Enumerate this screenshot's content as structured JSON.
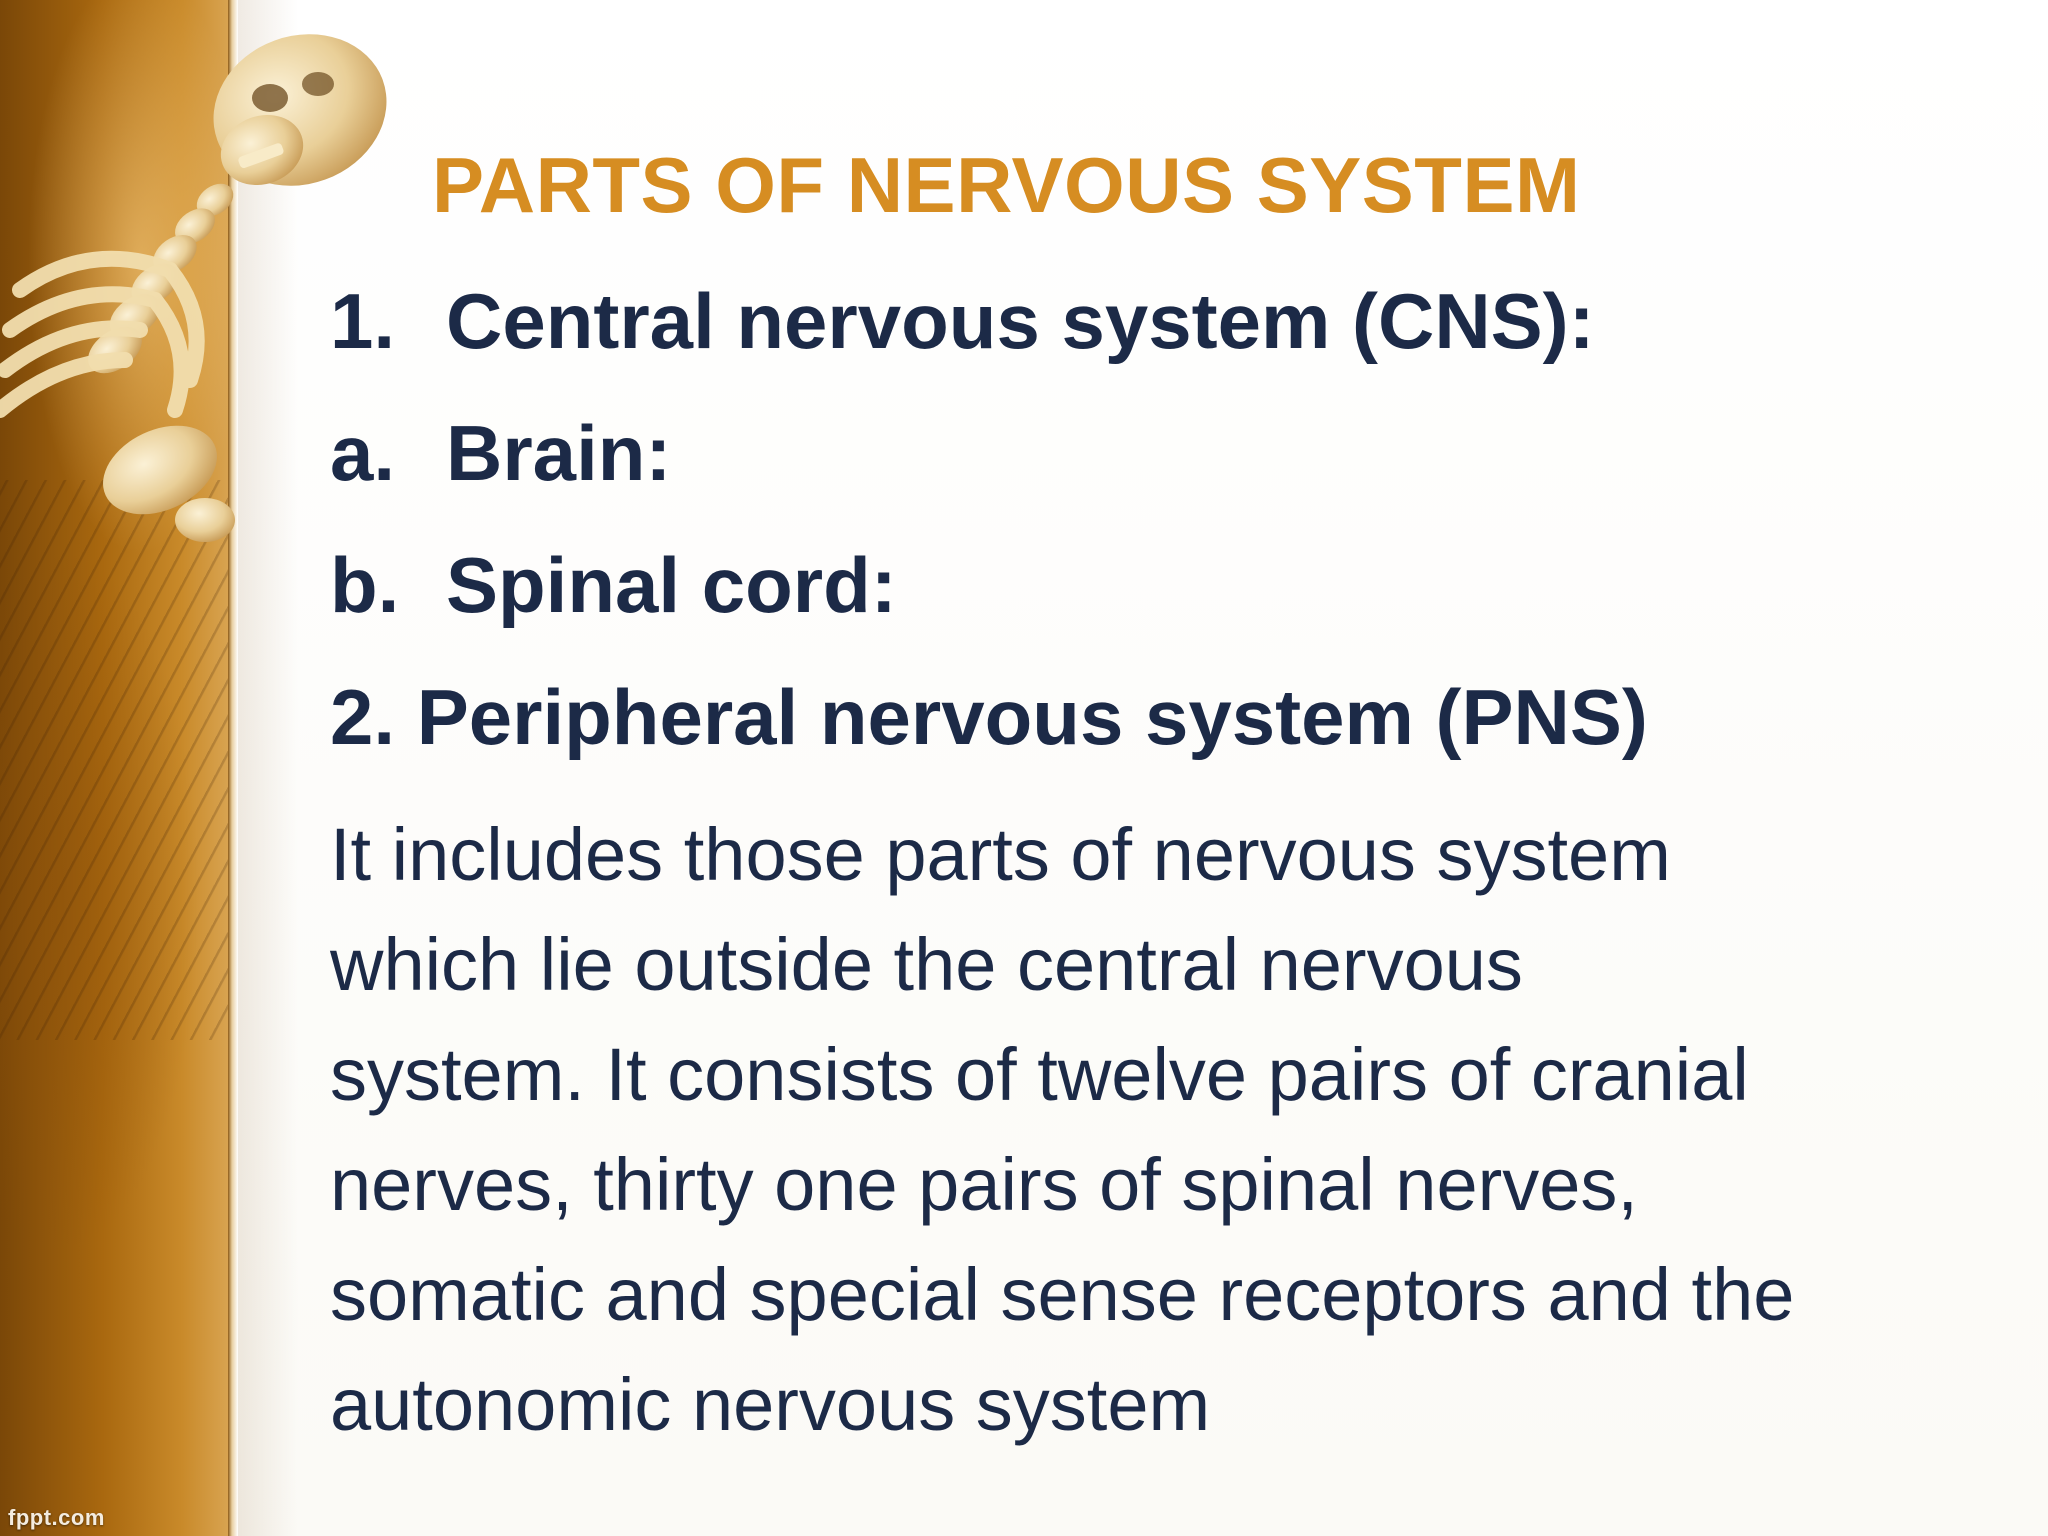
{
  "slide": {
    "title": "PARTS OF NERVOUS SYSTEM",
    "items": [
      {
        "number": "1.",
        "label": "Central nervous system (CNS):"
      },
      {
        "number": "a.",
        "label": "Brain:"
      },
      {
        "number": "b.",
        "label": "Spinal cord:"
      },
      {
        "label": "2. Peripheral nervous system (PNS)"
      }
    ],
    "paragraph_lines": [
      "It includes those parts of nervous system",
      "which lie outside the central nervous",
      "system. It consists of twelve pairs of cranial",
      "nerves, thirty one pairs of spinal nerves,",
      "somatic and special sense receptors and the",
      "autonomic nervous system"
    ],
    "watermark": "fppt.com"
  },
  "colors": {
    "title": "#d68d22",
    "body_text": "#1c2a47",
    "panel_brown": "#a9680f",
    "background": "#fdfcf9"
  },
  "icons": {
    "decoration": "skeleton-illustration"
  }
}
